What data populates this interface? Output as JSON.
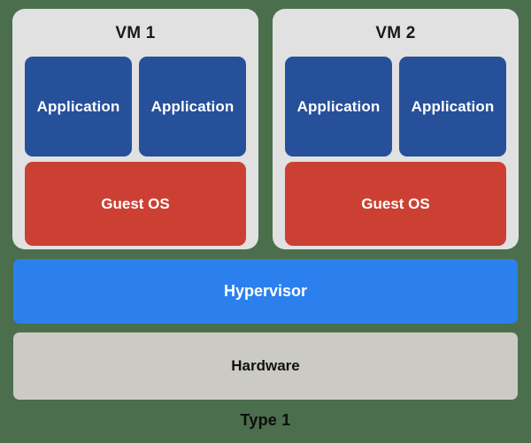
{
  "diagram": {
    "caption": "Type 1",
    "background_color": "#4b6e4d",
    "vms": [
      {
        "title": "VM 1",
        "container_color": "#e1e1e1",
        "apps": [
          {
            "label": "Application",
            "color": "#27509a"
          },
          {
            "label": "Application",
            "color": "#27509a"
          }
        ],
        "guest_os": {
          "label": "Guest OS",
          "color": "#cc4033"
        }
      },
      {
        "title": "VM 2",
        "container_color": "#e1e1e1",
        "apps": [
          {
            "label": "Application",
            "color": "#27509a"
          },
          {
            "label": "Application",
            "color": "#27509a"
          }
        ],
        "guest_os": {
          "label": "Guest OS",
          "color": "#cc4033"
        }
      }
    ],
    "layers": [
      {
        "label": "Hypervisor",
        "color": "#2b80ee",
        "text_color": "#ffffff"
      },
      {
        "label": "Hardware",
        "color": "#cbcbc4",
        "text_color": "#111111"
      }
    ]
  }
}
